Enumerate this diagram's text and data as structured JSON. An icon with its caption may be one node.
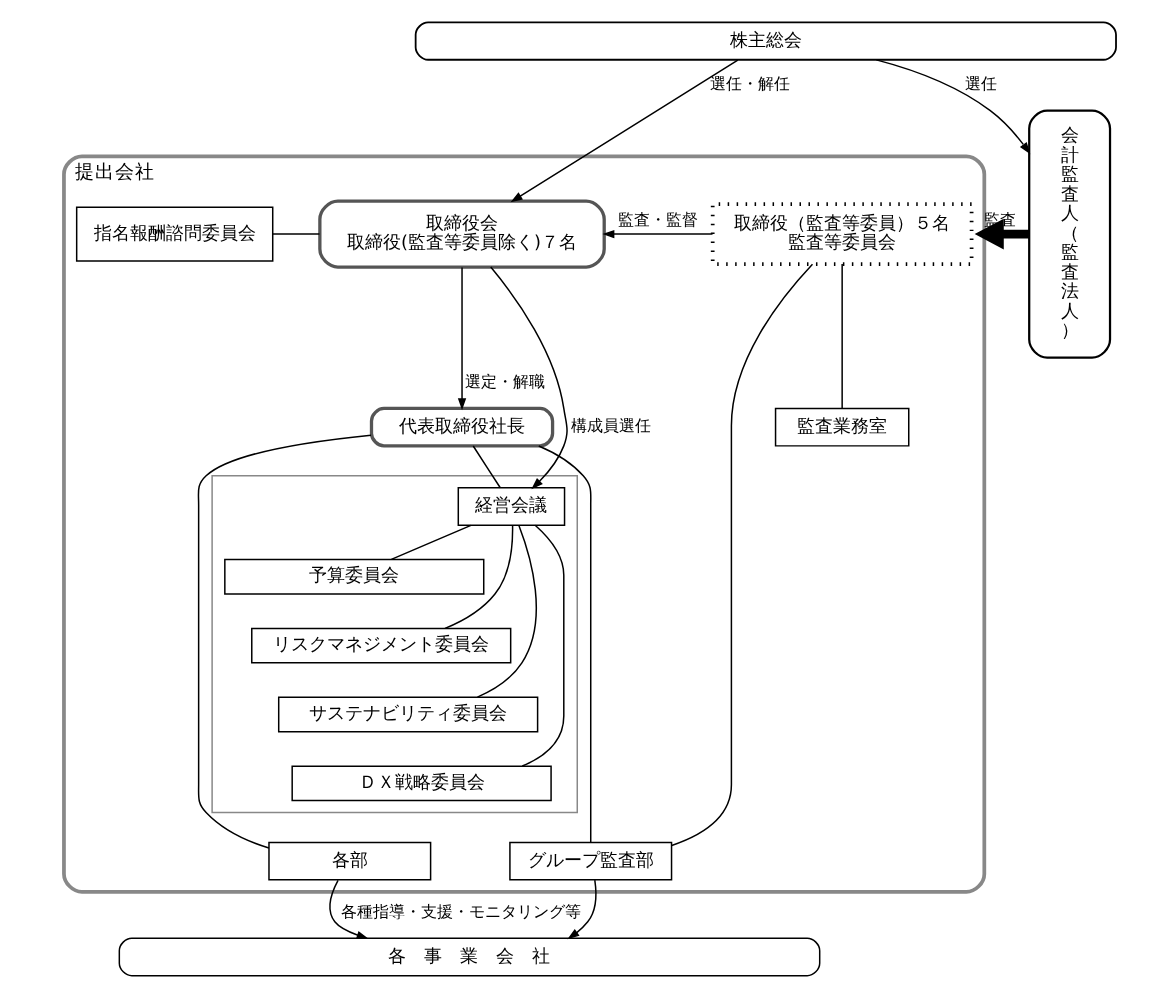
{
  "diagram": {
    "nodes": [
      {
        "text": [
          "株主総会"
        ]
      },
      {
        "text": [
          "提出会社"
        ]
      },
      {
        "text": [
          "取締役会",
          "取締役(監査等委員除く)７名"
        ],
        "in": 1
      },
      {
        "text": [
          "取締役（監査等委員）５名",
          "監査等委員会"
        ],
        "in": 1
      },
      {
        "text": [
          "指名報酬諮問委員会"
        ],
        "in": 1
      },
      {
        "text": [
          "監査業務室"
        ],
        "in": 1
      },
      {
        "text": [
          "代表取締役社長"
        ],
        "in": 1
      },
      {
        "text": [],
        "shape": "box",
        "in": 1
      },
      {
        "text": [
          "経営会議"
        ],
        "in": 7
      },
      {
        "text": [
          "予算委員会"
        ],
        "in": 7
      },
      {
        "text": [
          "リスクマネジメント委員会"
        ],
        "in": 7
      },
      {
        "text": [
          "サステナビリティ委員会"
        ],
        "in": 7
      },
      {
        "text": [
          "ＤＸ戦略委員会"
        ],
        "in": 7
      },
      {
        "text": [
          "各部"
        ],
        "in": 1
      },
      {
        "text": [
          "グループ監査部"
        ],
        "in": 1
      },
      {
        "text": [
          "各　事　業　会　社"
        ]
      },
      {
        "text": [
          "会計監査人（監査法人）"
        ]
      }
    ],
    "edges": [
      {
        "from": 0,
        "to": 2,
        "arrow": "to",
        "label": "選任・解任"
      },
      {
        "from": 0,
        "to": 16,
        "arrow": "to",
        "label": "選任"
      },
      {
        "from": 3,
        "to": 2,
        "arrow": "to",
        "label": "監査・監督"
      },
      {
        "from": 4,
        "to": 2,
        "arrow": "none"
      },
      {
        "from": 3,
        "to": 5,
        "arrow": "none"
      },
      {
        "from": 2,
        "to": 6,
        "arrow": "to",
        "label": "選定・解職"
      },
      {
        "from": 2,
        "to": 8,
        "arrow": "to",
        "label": "構成員選任"
      },
      {
        "from": 6,
        "to": 8,
        "arrow": "none"
      },
      {
        "from": 8,
        "to": 9,
        "arrow": "none"
      },
      {
        "from": 8,
        "to": 10,
        "arrow": "none"
      },
      {
        "from": 8,
        "to": 11,
        "arrow": "none"
      },
      {
        "from": 8,
        "to": 12,
        "arrow": "none"
      },
      {
        "from": 6,
        "to": 13,
        "arrow": "none"
      },
      {
        "from": 6,
        "to": 14,
        "arrow": "none"
      },
      {
        "from": 3,
        "to": 14,
        "arrow": "none"
      },
      {
        "from": 13,
        "to": 15,
        "arrow": "to",
        "label": "各種指導・支援・モニタリング等"
      },
      {
        "from": 14,
        "to": 15,
        "arrow": "to"
      },
      {
        "from": 16,
        "to": 1,
        "arrow": "to",
        "label": "監査",
        "style": "thick"
      }
    ]
  }
}
